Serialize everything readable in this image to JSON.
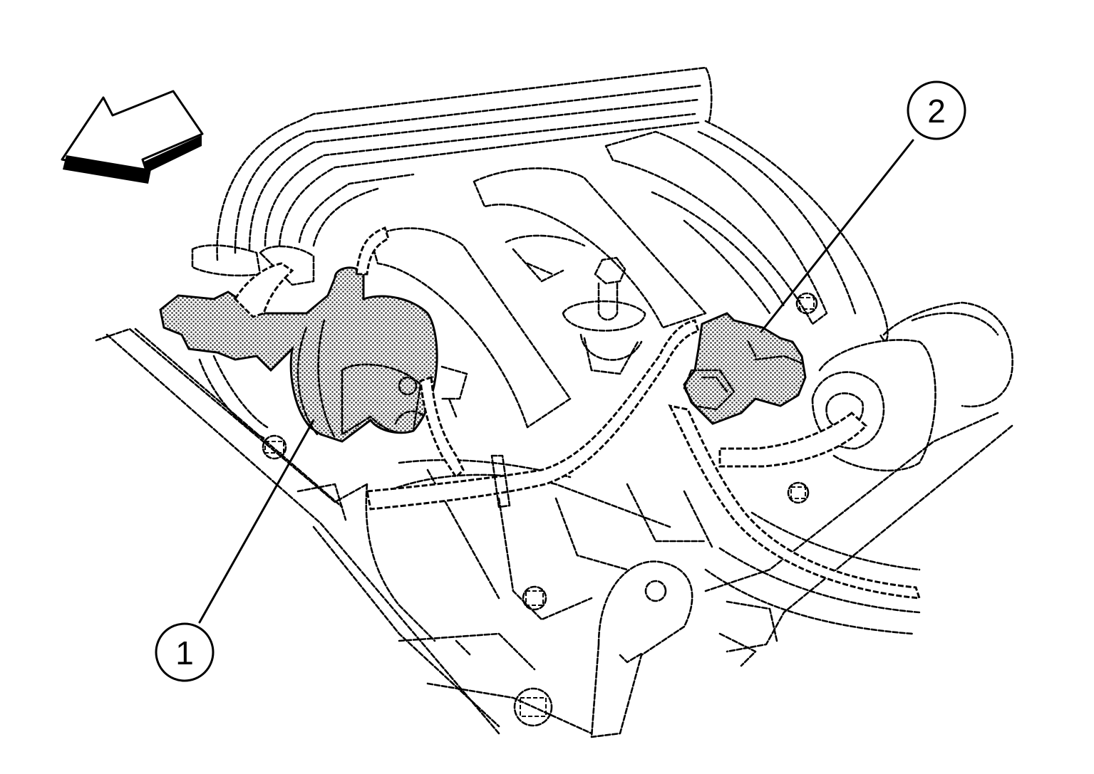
{
  "figure": {
    "callouts": [
      {
        "id": "1",
        "label": "1"
      },
      {
        "id": "2",
        "label": "2"
      }
    ],
    "direction_arrow": "front-direction-arrow",
    "colors": {
      "ink": "#000000",
      "paper": "#ffffff",
      "shade": "#666666"
    }
  }
}
